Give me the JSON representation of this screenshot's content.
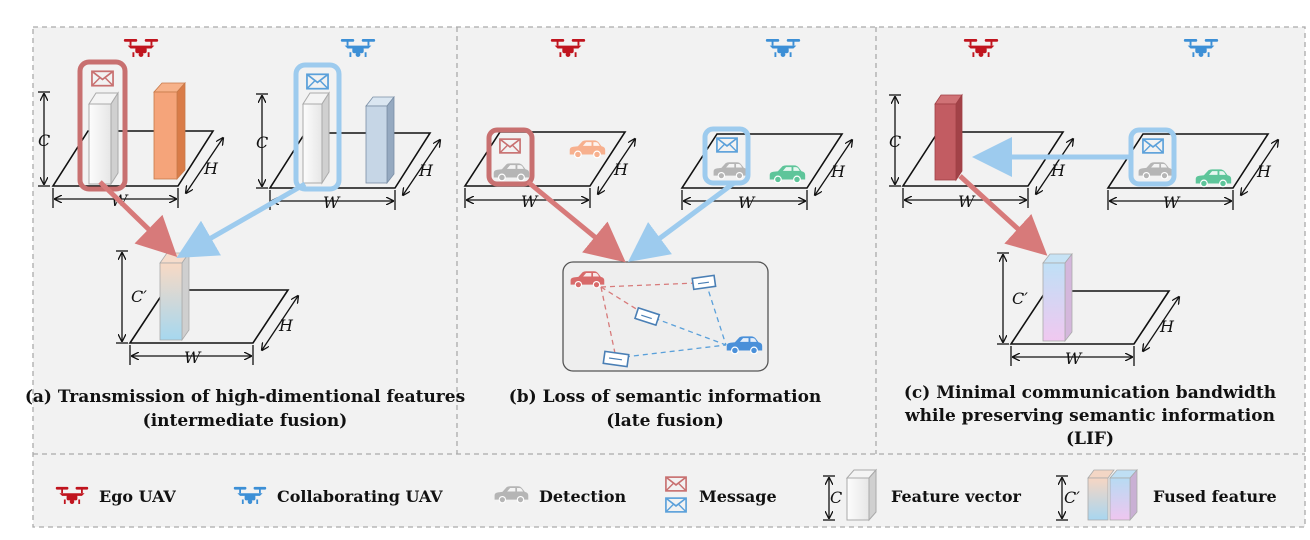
{
  "panels": {
    "a": {
      "caption_line1": "(a) Transmission of high-dimentional features",
      "caption_line2": "(intermediate fusion)"
    },
    "b": {
      "caption_line1": "(b) Loss of semantic information",
      "caption_line2": "(late fusion)"
    },
    "c": {
      "caption_line1": "(c) Minimal communication bandwidth",
      "caption_line2": "while preserving semantic information",
      "caption_line3": "(LIF)"
    }
  },
  "dims": {
    "W": "W",
    "H": "H",
    "C": "C",
    "C_prime": "C′"
  },
  "legend": {
    "ego_uav": "Ego UAV",
    "collaborating_uav": "Collaborating UAV",
    "detection": "Detection",
    "message": "Message",
    "feature_vector": "Feature vector",
    "fused_feature": "Fused feature"
  },
  "colors": {
    "ego": "#c0141e",
    "collab": "#3c8fd6",
    "ego_arrow": "#d77a7a",
    "collab_arrow": "#9dcbee",
    "panel_bg": "#f2f2f2",
    "border": "#aaaaaa"
  }
}
